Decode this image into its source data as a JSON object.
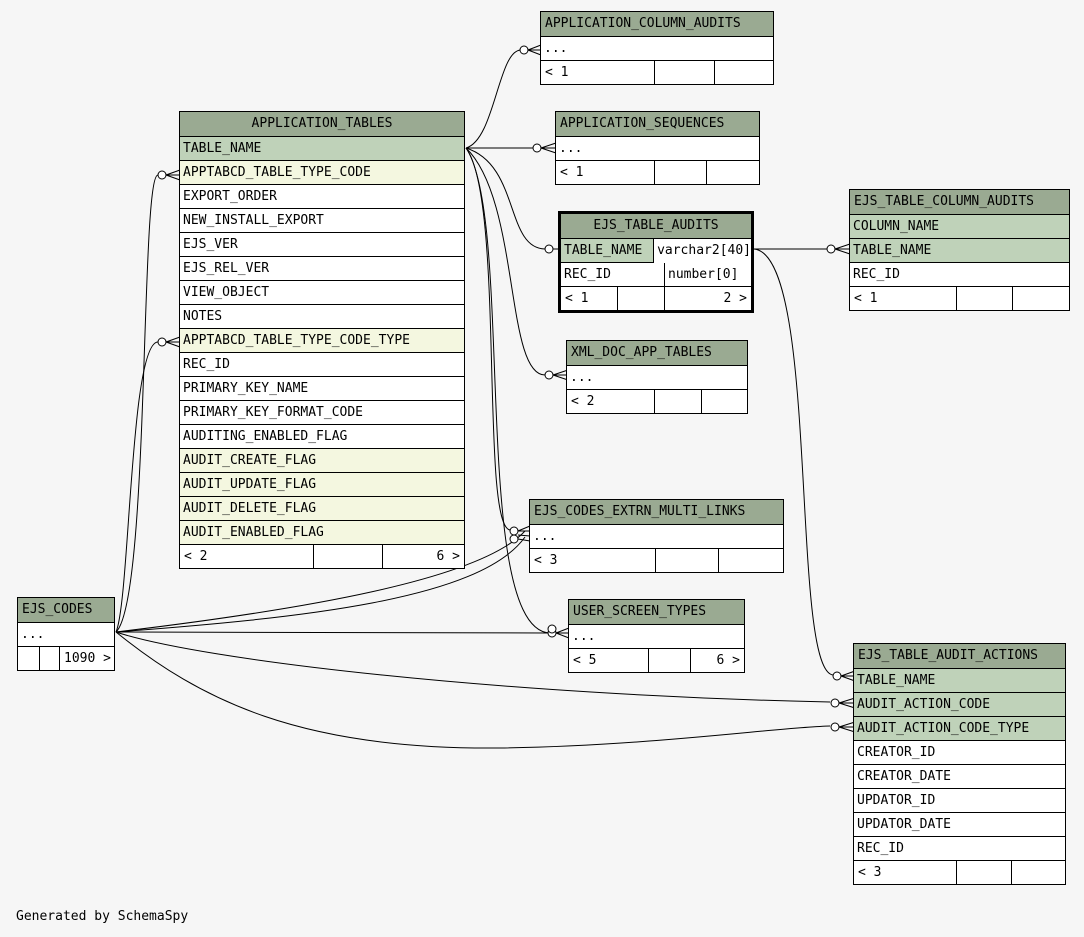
{
  "tables": {
    "application_tables": {
      "name": "APPLICATION_TABLES",
      "columns": [
        "TABLE_NAME",
        "APPTABCD_TABLE_TYPE_CODE",
        "EXPORT_ORDER",
        "NEW_INSTALL_EXPORT",
        "EJS_VER",
        "EJS_REL_VER",
        "VIEW_OBJECT",
        "NOTES",
        "APPTABCD_TABLE_TYPE_CODE_TYPE",
        "REC_ID",
        "PRIMARY_KEY_NAME",
        "PRIMARY_KEY_FORMAT_CODE",
        "AUDITING_ENABLED_FLAG",
        "AUDIT_CREATE_FLAG",
        "AUDIT_UPDATE_FLAG",
        "AUDIT_DELETE_FLAG",
        "AUDIT_ENABLED_FLAG"
      ],
      "footer_left": "< 2",
      "footer_right": "6 >"
    },
    "application_column_audits": {
      "name": "APPLICATION_COLUMN_AUDITS",
      "body": "...",
      "footer_left": "< 1"
    },
    "application_sequences": {
      "name": "APPLICATION_SEQUENCES",
      "body": "...",
      "footer_left": "< 1"
    },
    "ejs_table_audits": {
      "name": "EJS_TABLE_AUDITS",
      "rows": [
        {
          "column": "TABLE_NAME",
          "type": "varchar2[40]"
        },
        {
          "column": "REC_ID",
          "type": "number[0]"
        }
      ],
      "footer_left": "< 1",
      "footer_right": "2 >"
    },
    "ejs_table_column_audits": {
      "name": "EJS_TABLE_COLUMN_AUDITS",
      "columns": [
        "COLUMN_NAME",
        "TABLE_NAME",
        "REC_ID"
      ],
      "footer_left": "< 1"
    },
    "xml_doc_app_tables": {
      "name": "XML_DOC_APP_TABLES",
      "body": "...",
      "footer_left": "< 2"
    },
    "ejs_codes_extrn_multi_links": {
      "name": "EJS_CODES_EXTRN_MULTI_LINKS",
      "body": "...",
      "footer_left": "< 3"
    },
    "user_screen_types": {
      "name": "USER_SCREEN_TYPES",
      "body": "...",
      "footer_left": "< 5",
      "footer_right": "6 >"
    },
    "ejs_codes": {
      "name": "EJS_CODES",
      "body": "...",
      "footer_right": "1090 >"
    },
    "ejs_table_audit_actions": {
      "name": "EJS_TABLE_AUDIT_ACTIONS",
      "columns": [
        "TABLE_NAME",
        "AUDIT_ACTION_CODE",
        "AUDIT_ACTION_CODE_TYPE",
        "CREATOR_ID",
        "CREATOR_DATE",
        "UPDATOR_ID",
        "UPDATOR_DATE",
        "REC_ID"
      ],
      "footer_left": "< 3"
    }
  },
  "credit": "Generated by SchemaSpy",
  "colors": {
    "background": "#f6f6f6",
    "header": "#9aaa92",
    "primary_key": "#bfd2b9",
    "foreign_key": "#f4f7e0"
  }
}
